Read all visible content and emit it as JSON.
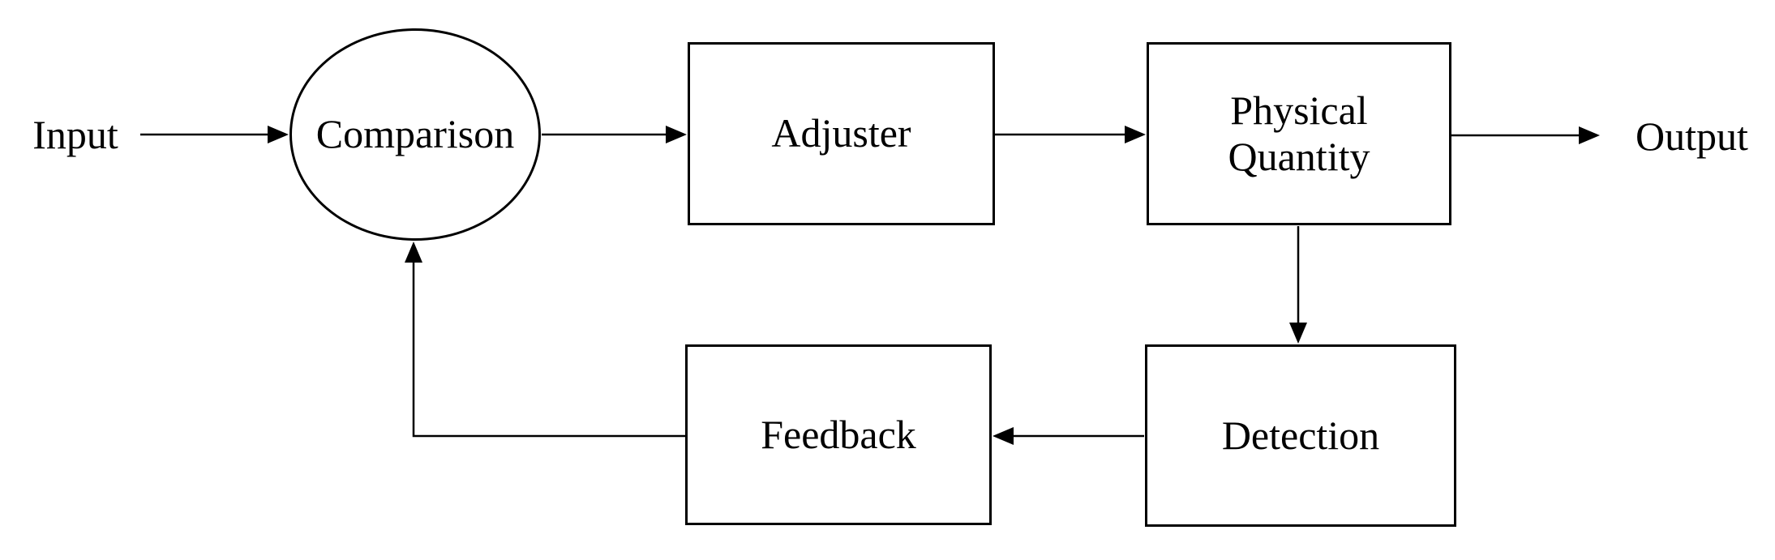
{
  "diagram": {
    "background_color": "#ffffff",
    "line_color": "#000000",
    "text_color": "#000000",
    "terminals": {
      "input": {
        "label": "Input"
      },
      "output": {
        "label": "Output"
      }
    },
    "nodes": {
      "comparison": {
        "label": "Comparison",
        "shape": "ellipse"
      },
      "adjuster": {
        "label": "Adjuster",
        "shape": "rect"
      },
      "physical_quantity": {
        "label_lines": [
          "Physical",
          "Quantity"
        ],
        "shape": "rect"
      },
      "detection": {
        "label": "Detection",
        "shape": "rect"
      },
      "feedback": {
        "label": "Feedback",
        "shape": "rect"
      }
    },
    "edges": [
      {
        "from": "input",
        "to": "comparison",
        "arrow": true
      },
      {
        "from": "comparison",
        "to": "adjuster",
        "arrow": true
      },
      {
        "from": "adjuster",
        "to": "physical_quantity",
        "arrow": true
      },
      {
        "from": "physical_quantity",
        "to": "output",
        "arrow": true
      },
      {
        "from": "physical_quantity",
        "to": "detection",
        "arrow": true
      },
      {
        "from": "detection",
        "to": "feedback",
        "arrow": true
      },
      {
        "from": "feedback",
        "to": "comparison",
        "arrow": true
      }
    ]
  }
}
